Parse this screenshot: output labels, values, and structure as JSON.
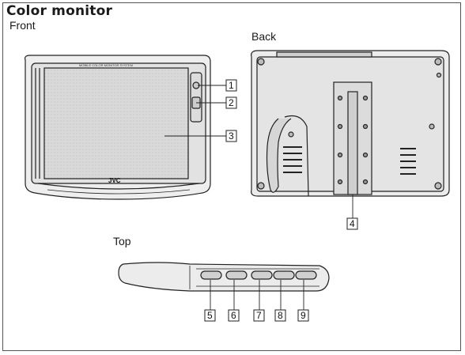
{
  "title": "Color monitor",
  "views": {
    "front": "Front",
    "back": "Back",
    "top": "Top"
  },
  "front_brand": "JVC",
  "front_header_text": "MOBILE COLOR MONITOR SYSTEM",
  "callouts": [
    "1",
    "2",
    "3",
    "4",
    "5",
    "6",
    "7",
    "8",
    "9"
  ],
  "colors": {
    "line": "#222222",
    "screen": "#cfcfcf",
    "bezel": "#e6e6e6"
  }
}
